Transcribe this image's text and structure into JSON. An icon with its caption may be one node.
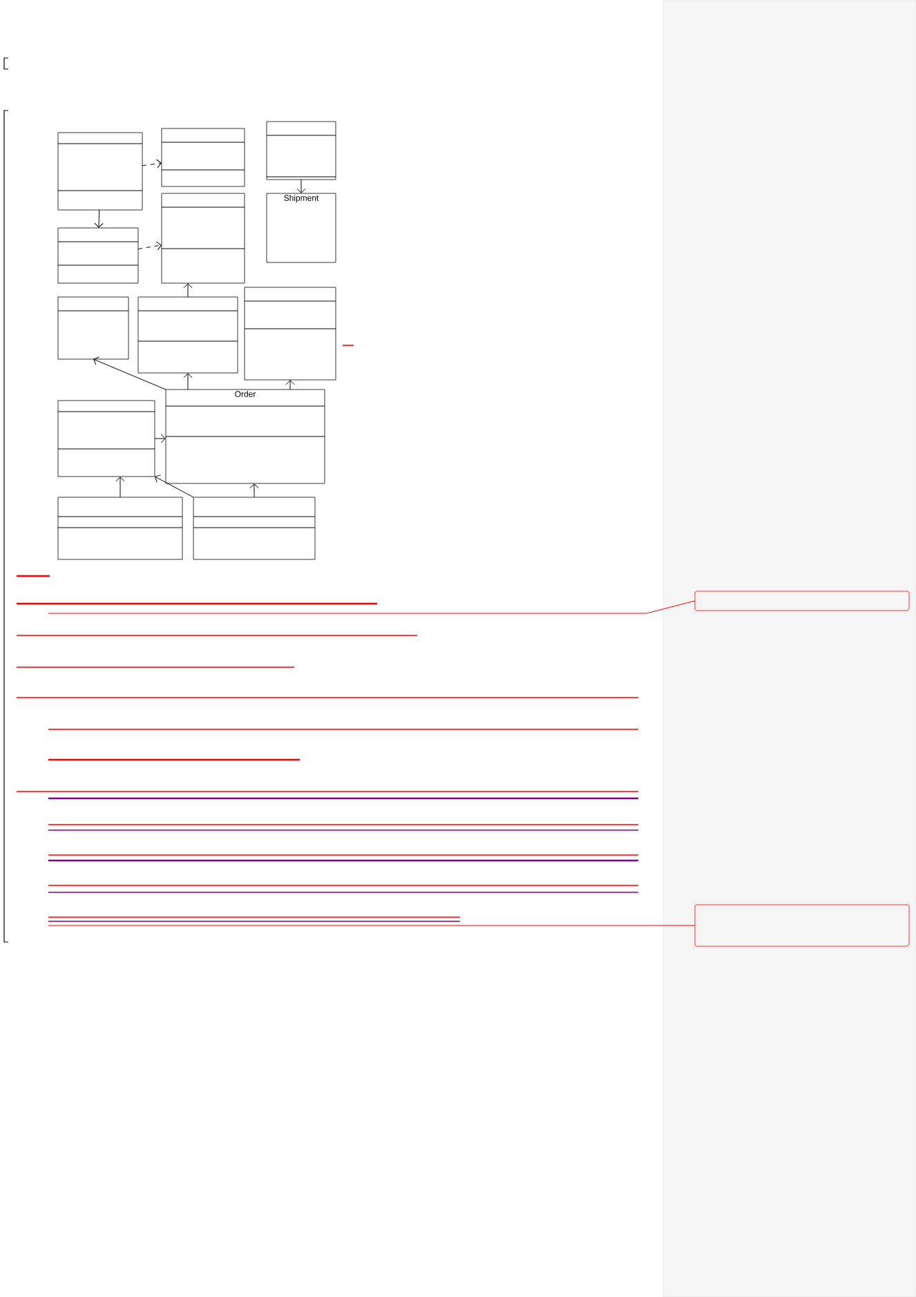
{
  "diagram": {
    "nodes": [
      {
        "text": [],
        "shape": "box"
      },
      {
        "text": [],
        "shape": "box"
      },
      {
        "text": [],
        "shape": "box"
      },
      {
        "text": [
          "Shipment"
        ]
      },
      {
        "text": [],
        "shape": "box"
      },
      {
        "text": [],
        "shape": "box"
      },
      {
        "text": [],
        "shape": "box"
      },
      {
        "text": [],
        "shape": "box"
      },
      {
        "text": [],
        "shape": "box"
      },
      {
        "text": [
          "Order"
        ]
      },
      {
        "text": [],
        "shape": "box"
      },
      {
        "text": [],
        "shape": "box"
      },
      {
        "text": [],
        "shape": "box"
      },
      {
        "text": [],
        "shape": "box"
      },
      {
        "text": [],
        "shape": "box"
      }
    ],
    "edges": [
      {
        "from": 0,
        "to": 4,
        "arrow": "to"
      },
      {
        "from": 0,
        "to": 1,
        "arrow": "to",
        "style": "dashed"
      },
      {
        "from": 4,
        "to": 5,
        "arrow": "to",
        "style": "dashed"
      },
      {
        "from": 2,
        "to": 3,
        "arrow": "to"
      },
      {
        "from": 7,
        "to": 5,
        "arrow": "to"
      },
      {
        "from": 9,
        "to": 7,
        "arrow": "to"
      },
      {
        "from": 9,
        "to": 8,
        "arrow": "to"
      },
      {
        "from": 9,
        "to": 6,
        "arrow": "to"
      },
      {
        "from": 10,
        "to": 9,
        "arrow": "to"
      },
      {
        "from": 11,
        "to": 10,
        "arrow": "to"
      },
      {
        "from": 12,
        "to": 10,
        "arrow": "to"
      },
      {
        "from": 12,
        "to": 9,
        "arrow": "to"
      },
      {
        "from": null,
        "to": 13,
        "arrow": "none",
        "color": "#ff0000"
      },
      {
        "from": null,
        "to": 14,
        "arrow": "none",
        "color": "#ff0000"
      }
    ]
  }
}
